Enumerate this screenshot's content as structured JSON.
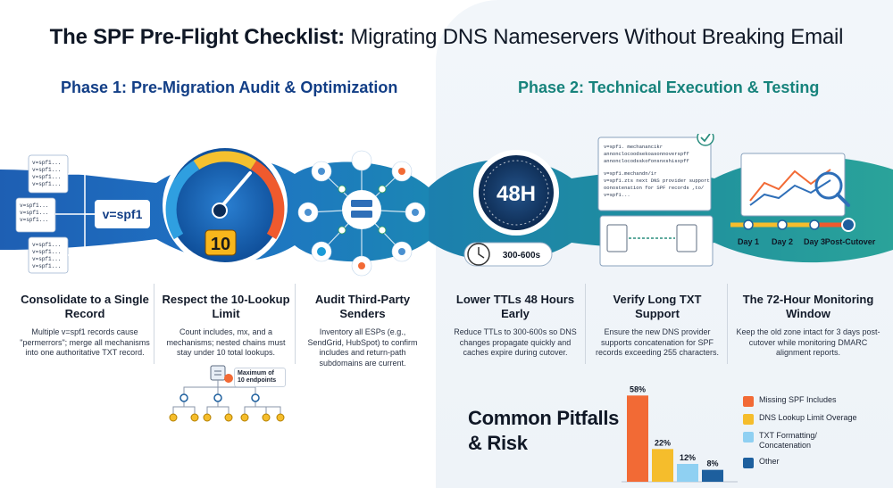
{
  "title": {
    "bold": "The SPF Pre-Flight Checklist:",
    "rest": " Migrating DNS Nameservers Without Breaking Email"
  },
  "phase1": {
    "label": "Phase 1: Pre-Migration Audit & Optimization"
  },
  "phase2": {
    "label": "Phase 2: Technical Execution & Testing"
  },
  "illustrations": {
    "spf_small": "v=spf1...",
    "spf_main": "v=spf1",
    "gauge_value": "10",
    "timer": "48H",
    "ttl_badge": "300-600s",
    "txt_block1": [
      "v=spf1. mechanancikr",
      "annonclocoodsekoasonnoverspff",
      "annonclocodsskofonsnxshisxpff"
    ],
    "txt_block2": [
      "v=spf1.mechandn/1r",
      "v=spf1.zts next DNS provider support",
      "oonostenation for SPF records ,to/",
      "v=spf1..."
    ],
    "timeline_days": [
      "Day 1",
      "Day 2",
      "Day 3",
      "Post-Cutover"
    ],
    "tree_note": "Maximum of 10 endpoints"
  },
  "steps": [
    {
      "title": "Consolidate to a Single Record",
      "desc": "Multiple v=spf1 records cause \"permerrors\"; merge all mechanisms into one authoritative TXT record."
    },
    {
      "title": "Respect the 10-Lookup Limit",
      "desc": "Count includes, mx, and a mechanisms; nested chains must stay under 10 total lookups."
    },
    {
      "title": "Audit Third-Party Senders",
      "desc": "Inventory all ESPs (e.g., SendGrid, HubSpot) to confirm includes and return-path subdomains are current."
    },
    {
      "title": "Lower TTLs 48 Hours Early",
      "desc": "Reduce TTLs to 300-600s so DNS changes propagate quickly and caches expire during cutover."
    },
    {
      "title": "Verify Long TXT Support",
      "desc": "Ensure the new DNS provider supports concatenation for SPF records exceeding 255 characters."
    },
    {
      "title": "The 72-Hour Monitoring Window",
      "desc": "Keep the old zone intact for 3 days post-cutover while monitoring DMARC alignment reports."
    }
  ],
  "pitfalls": {
    "title": "Common Pitfalls & Risk"
  },
  "chart_data": {
    "type": "bar",
    "categories": [
      "Missing SPF Includes",
      "DNS Lookup Limit Overage",
      "TXT Formatting/ Concatenation",
      "Other"
    ],
    "values": [
      58,
      22,
      12,
      8
    ],
    "labels": [
      "58%",
      "22%",
      "12%",
      "8%"
    ],
    "colors": [
      "#f26a35",
      "#f5bd2c",
      "#8fd0f2",
      "#1d5f9e"
    ],
    "ylim": [
      0,
      60
    ]
  }
}
